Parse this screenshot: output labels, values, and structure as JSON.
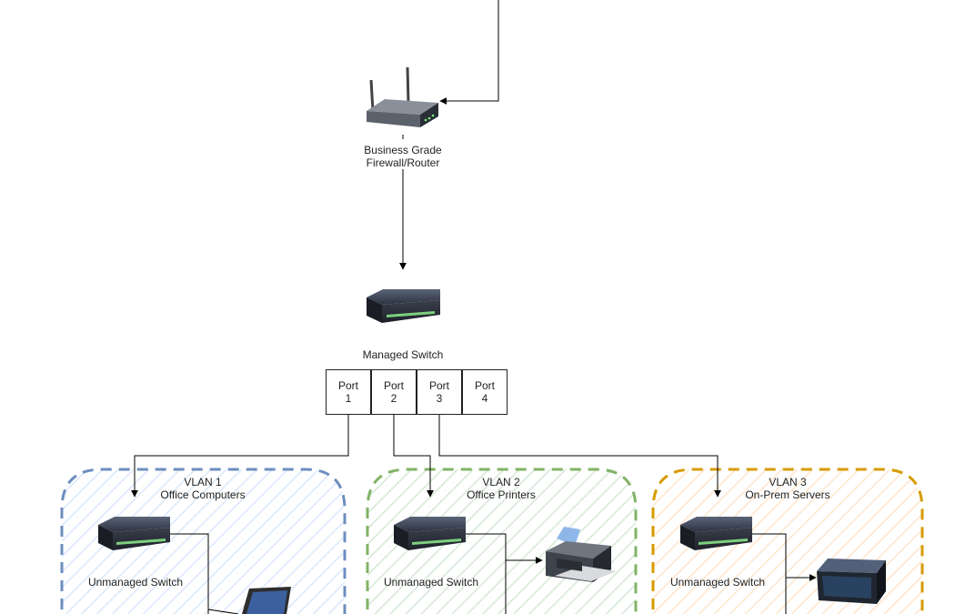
{
  "router": {
    "label_line1": "Business Grade",
    "label_line2": "Firewall/Router"
  },
  "managed_switch": {
    "label": "Managed Switch"
  },
  "ports": [
    {
      "line1": "Port",
      "line2": "1"
    },
    {
      "line1": "Port",
      "line2": "2"
    },
    {
      "line1": "Port",
      "line2": "3"
    },
    {
      "line1": "Port",
      "line2": "4"
    }
  ],
  "vlans": [
    {
      "title": "VLAN 1",
      "subtitle": "Office Computers",
      "switch_label": "Unmanaged Switch",
      "color": "#6c8ebf",
      "fill": "#dae8fc",
      "device": "laptop-icon"
    },
    {
      "title": "VLAN 2",
      "subtitle": "Office Printers",
      "switch_label": "Unmanaged Switch",
      "color": "#82b366",
      "fill": "#d5e8d4",
      "device": "printer-icon"
    },
    {
      "title": "VLAN 3",
      "subtitle": "On-Prem Servers",
      "switch_label": "Unmanaged Switch",
      "color": "#d79b00",
      "fill": "#ffe6cc",
      "device": "server-icon"
    }
  ]
}
